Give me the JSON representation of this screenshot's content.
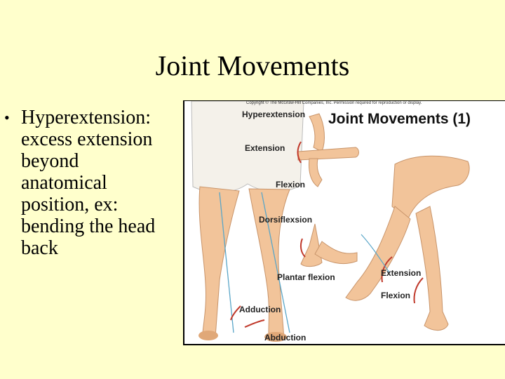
{
  "slide": {
    "title": "Joint Movements",
    "bullet_symbol": "•",
    "bullet_lines": [
      "Hyperextension:",
      "excess extension",
      "beyond",
      "anatomical",
      "position, ex:",
      "bending the head",
      "back"
    ]
  },
  "figure": {
    "copyright": "Copyright © The McGraw-Hill Companies, Inc. Permission required for reproduction or display.",
    "title": "Joint Movements (1)",
    "labels": {
      "hyperextension": "Hyperextension",
      "extension_upper": "Extension",
      "flexion_upper": "Flexion",
      "dorsiflexion": "Dorsiflexsion",
      "plantar_flexion": "Plantar flexion",
      "adduction": "Adduction",
      "abduction": "Abduction",
      "extension_knee": "Extension",
      "flexion_knee": "Flexion"
    },
    "colors": {
      "skin": "#f2c49a",
      "skin_shade": "#e0a878",
      "garment": "#f4f1ea",
      "arrow": "#c0392b",
      "guide_line": "#5aa6c8"
    }
  }
}
